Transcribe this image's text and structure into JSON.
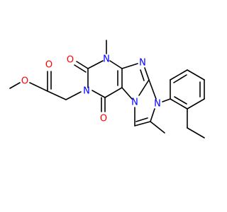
{
  "structure": {
    "description_free": true,
    "colors": {
      "bond": "#000000",
      "oxygen": "#ff0000",
      "nitrogen": "#0000ff",
      "background": "#ffffff"
    },
    "atom_labels": {
      "ester_o_methoxy": "O",
      "ester_o_carbonyl": "O",
      "carbonyl_o_top": "O",
      "carbonyl_o_bottom": "O",
      "n_methyl": "N",
      "n_acetate": "N",
      "n_imine": "N",
      "n_aryl": "N",
      "n_bridge": "N"
    }
  }
}
